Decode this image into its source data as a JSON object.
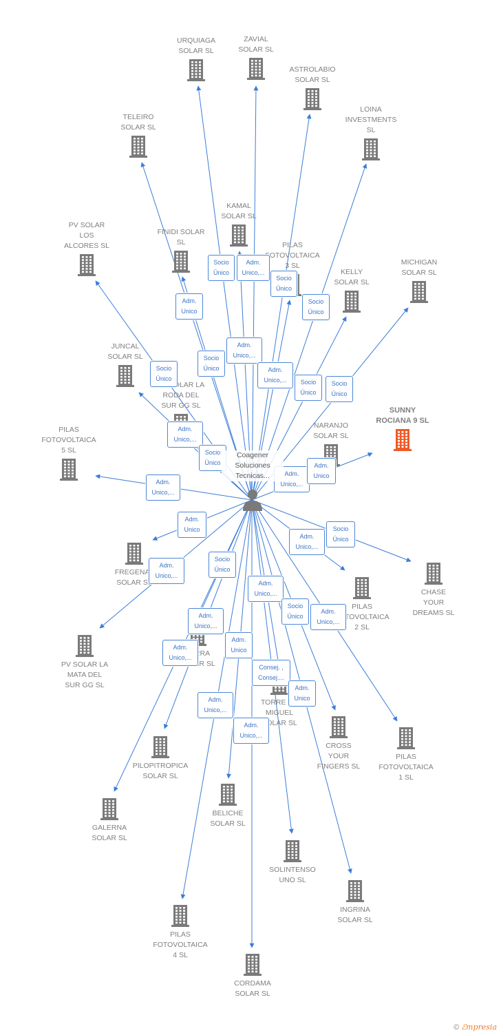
{
  "center": {
    "name": "Coagener\nSoluciones\nTecnicas..."
  },
  "colors": {
    "edge": "#3b7dd8",
    "building": "#7a7a7a",
    "focus": "#f05a28"
  },
  "companies": [
    {
      "id": "urquiaga",
      "name": "URQUIAGA\nSOLAR  SL"
    },
    {
      "id": "zavial",
      "name": "ZAVIAL\nSOLAR  SL"
    },
    {
      "id": "astrolabio",
      "name": "ASTROLABIO\nSOLAR  SL"
    },
    {
      "id": "loina",
      "name": "LOINA\nINVESTMENTS\nSL"
    },
    {
      "id": "teleiro",
      "name": "TELEIRO\nSOLAR  SL"
    },
    {
      "id": "kamal",
      "name": "KAMAL\nSOLAR  SL"
    },
    {
      "id": "pvsolar-alcores",
      "name": "PV SOLAR\nLOS\nALCORES  SL"
    },
    {
      "id": "finidi",
      "name": "FINIDI SOLAR\nSL"
    },
    {
      "id": "pilas3",
      "name": "PILAS\nFOTOVOLTAICA\n3  SL"
    },
    {
      "id": "kelly",
      "name": "KELLY\nSOLAR  SL"
    },
    {
      "id": "michigan",
      "name": "MICHIGAN\nSOLAR  SL"
    },
    {
      "id": "juncal",
      "name": "JUNCAL\nSOLAR  SL"
    },
    {
      "id": "pvsolar-roda",
      "name": "PV SOLAR LA\nRODA DEL\nSUR GG  SL"
    },
    {
      "id": "sunny",
      "name": "SUNNY\nROCIANA 9  SL"
    },
    {
      "id": "naranjo",
      "name": "NARANJO\nSOLAR  SL"
    },
    {
      "id": "pilas5",
      "name": "PILAS\nFOTOVOLTAICA\n5  SL"
    },
    {
      "id": "fregenal",
      "name": "FREGENAL\nSOLAR  SL"
    },
    {
      "id": "chase",
      "name": "CHASE\nYOUR\nDREAMS  SL"
    },
    {
      "id": "pilas2",
      "name": "PILAS\nFOTOVOLTAICA\n2  SL"
    },
    {
      "id": "pvsolar-mata",
      "name": "PV SOLAR LA\nMATA DEL\nSUR GG  SL"
    },
    {
      "id": "barra",
      "name": "BARRA\nSOLAR  SL"
    },
    {
      "id": "torre",
      "name": "TORRE DE\nMIGUEL\nSOLAR SL"
    },
    {
      "id": "cross",
      "name": "CROSS\nYOUR\nFINGERS  SL"
    },
    {
      "id": "pilas1",
      "name": "PILAS\nFOTOVOLTAICA\n1  SL"
    },
    {
      "id": "pilopitropica",
      "name": "PILOPITROPICA\nSOLAR  SL"
    },
    {
      "id": "galerna",
      "name": "GALERNA\nSOLAR  SL"
    },
    {
      "id": "beliche",
      "name": "BELICHE\nSOLAR  SL"
    },
    {
      "id": "solintenso",
      "name": "SOLINTENSO\nUNO  SL"
    },
    {
      "id": "ingrina",
      "name": "INGRINA\nSOLAR  SL"
    },
    {
      "id": "pilas4",
      "name": "PILAS\nFOTOVOLTAICA\n4  SL"
    },
    {
      "id": "cordama",
      "name": "CORDAMA\nSOLAR  SL"
    }
  ],
  "edge_labels": [
    "Socio\nÚnico",
    "Adm.\nUnico,...",
    "Socio\nÚnico",
    "Socio\nÚnico",
    "Adm.\nUnico",
    "Adm.\nUnico,...",
    "Socio\nÚnico",
    "Socio\nÚnico",
    "Adm.\nUnico,...",
    "Socio\nÚnico",
    "Socio\nÚnico",
    "Adm.\nUnico,...",
    "Socio\nÚnico",
    "Adm.\nUnico,...",
    "Adm.\nUnico",
    "Adm.\nUnico,...",
    "Adm.\nUnico",
    "Adm.\nUnico,...",
    "Socio\nÚnico",
    "Adm.\nUnico,...",
    "Socio\nÚnico",
    "Adm.\nUnico,...",
    "Adm.\nUnico,...",
    "Socio\nÚnico",
    "Adm.\nUnico,...",
    "Adm.\nUnico",
    "Adm.\nUnico,...",
    "Consej. ,\nConsej....",
    "Adm.\nUnico",
    "Adm.\nUnico,...",
    "Adm.\nUnico,..."
  ],
  "footer": {
    "copyright": "©",
    "brand": "ℰmpresia"
  }
}
